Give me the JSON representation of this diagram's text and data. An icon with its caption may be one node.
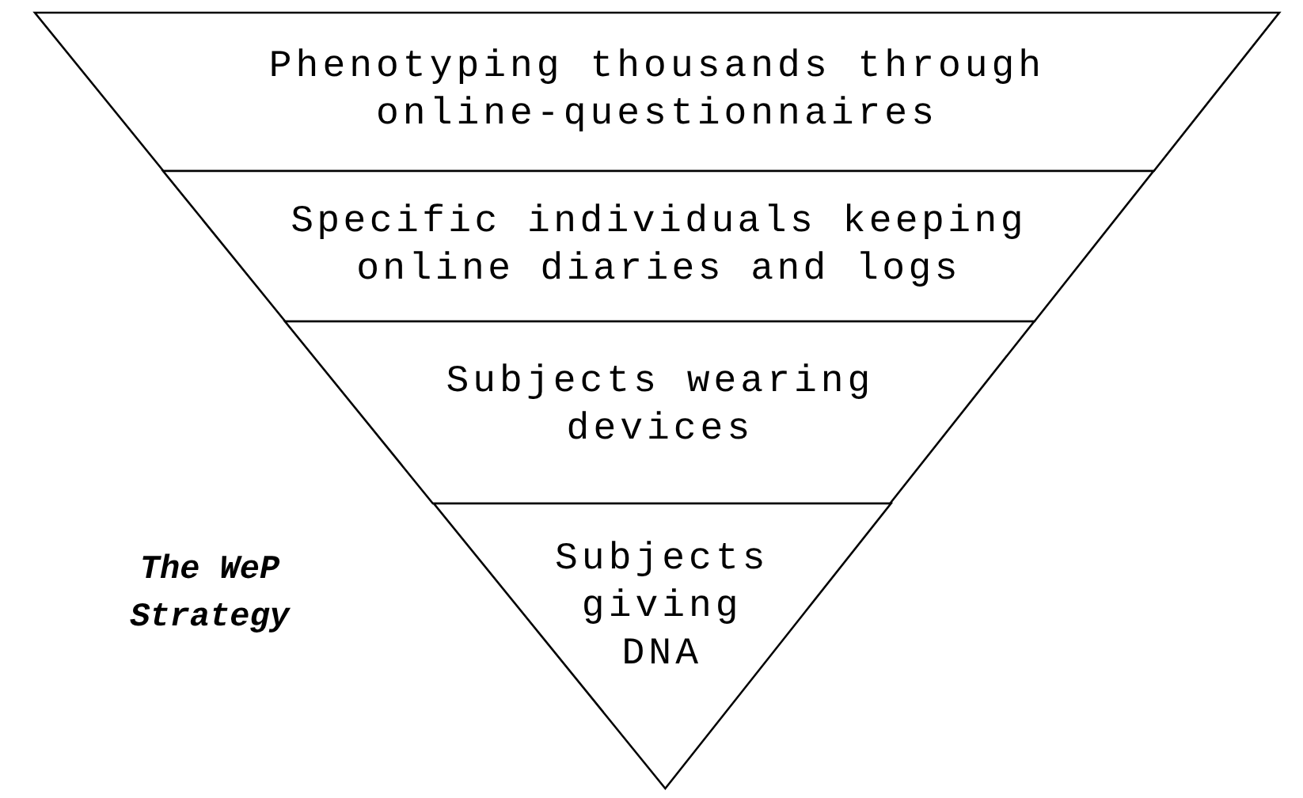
{
  "diagram": {
    "title": "The WeP Strategy",
    "nodes": [
      {
        "text": [
          "Phenotyping thousands through online-questionnaires"
        ]
      },
      {
        "text": [
          "Specific individuals keeping online diaries and logs"
        ]
      },
      {
        "text": [
          "Subjects wearing devices"
        ]
      },
      {
        "text": [
          "Subjects giving DNA"
        ]
      }
    ]
  }
}
